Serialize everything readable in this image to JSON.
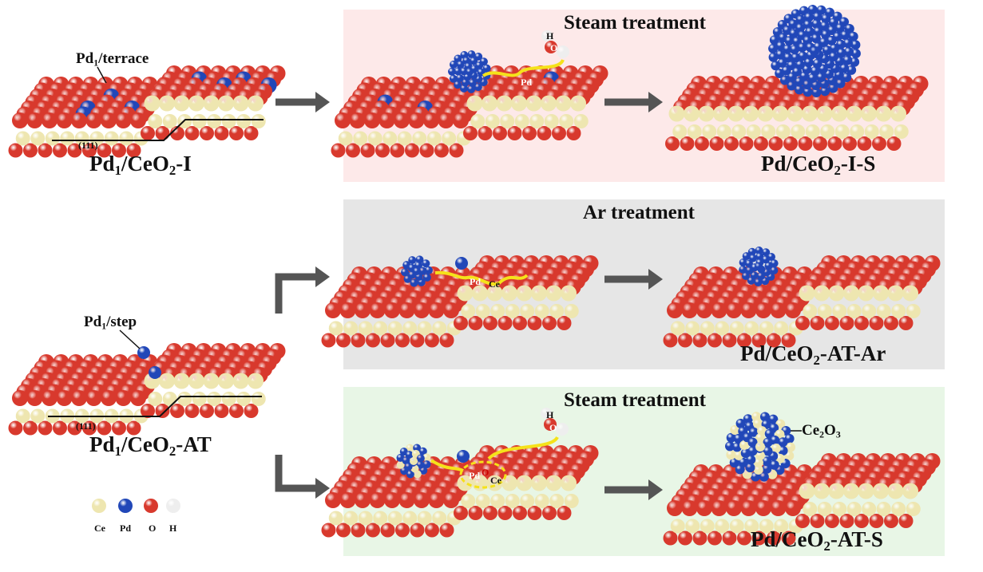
{
  "colors": {
    "O": "#d8392d",
    "Ce": "#eee6b0",
    "Pd": "#2147b8",
    "H": "#eeeeee",
    "arrow": "#555555",
    "path": "#f5e21a",
    "steam_panel": "#fde9e9",
    "ar_panel": "#e6e6e6",
    "steam_panel_2": "#e8f6e6"
  },
  "top_left": {
    "site": {
      "a": "Pd",
      "s": "1",
      "b": "/terrace"
    },
    "facet": "(111)",
    "name": {
      "a": "Pd",
      "s1": "1",
      "b": "/CeO",
      "s2": "2",
      "c": "-I"
    }
  },
  "panel_steam_1": {
    "title": "Steam treatment",
    "water": {
      "h": "H",
      "o": "O"
    },
    "pd": "Pd",
    "product": {
      "a": "Pd/CeO",
      "s": "2",
      "b": "-I-S"
    }
  },
  "panel_ar": {
    "title": "Ar treatment",
    "pd": "Pd",
    "ce": "Ce",
    "product": {
      "a": "Pd/CeO",
      "s": "2",
      "b": "-AT-Ar"
    }
  },
  "bottom_left": {
    "site": {
      "a": "Pd",
      "s": "1",
      "b": "/step"
    },
    "facet": "(111)",
    "name": {
      "a": "Pd",
      "s1": "1",
      "b": "/CeO",
      "s2": "2",
      "c": "-AT"
    }
  },
  "panel_steam_2": {
    "title": "Steam treatment",
    "water": {
      "h": "H",
      "o": "O"
    },
    "pd": "Pd",
    "o": "O",
    "ce": "Ce",
    "oxide": {
      "a": "Ce",
      "s1": "2",
      "b": "O",
      "s2": "3"
    },
    "product": {
      "a": "Pd/CeO",
      "s": "2",
      "b": "-AT-S"
    }
  },
  "legend": [
    {
      "label": "Ce",
      "color": "#eee6b0"
    },
    {
      "label": "Pd",
      "color": "#2147b8"
    },
    {
      "label": "O",
      "color": "#d8392d"
    },
    {
      "label": "H",
      "color": "#eeeeee"
    }
  ]
}
